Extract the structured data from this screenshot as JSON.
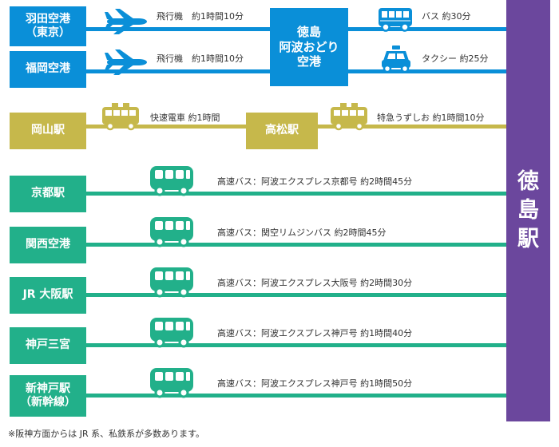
{
  "colors": {
    "blue": "#0a8fd8",
    "olive": "#c6b84b",
    "green": "#22b08a",
    "purple": "#6b479d"
  },
  "destination": {
    "chars": [
      "徳",
      "島",
      "駅"
    ]
  },
  "origins": {
    "haneda_line1": "羽田空港",
    "haneda_line2": "（東京）",
    "fukuoka": "福岡空港",
    "okayama": "岡山駅",
    "kyoto": "京都駅",
    "kansai": "関西空港",
    "osaka": "JR 大阪駅",
    "sannomiya": "神戸三宮",
    "shinkobe_line1": "新神戸駅",
    "shinkobe_line2": "（新幹線）"
  },
  "hubs": {
    "tokushima_airport": [
      "徳島",
      "阿波おどり",
      "空港"
    ],
    "takamatsu": "高松駅"
  },
  "routes": {
    "haneda": "飛行機　約1時間10分",
    "fukuoka": "飛行機　約1時間10分",
    "airport_bus": "バス 約30分",
    "airport_taxi": "タクシー 約25分",
    "okayama_rapid": "快速電車 約1時間",
    "takamatsu_express": "特急うずしお 約1時間10分",
    "kyoto_bus": "高速バス：阿波エクスプレス京都号 約2時間45分",
    "kansai_bus": "高速バス：関空リムジンバス 約2時間45分",
    "osaka_bus": "高速バス：阿波エクスプレス大阪号 約2時間30分",
    "sannomiya_bus": "高速バス：阿波エクスプレス神戸号 約1時間40分",
    "shinkobe_bus": "高速バス：阿波エクスプレス神戸号 約1時間50分"
  },
  "footnote": "※阪神方面からは JR 系、私鉄系が多数あります。",
  "icons": [
    "airplane-icon",
    "bus-icon",
    "taxi-icon",
    "train-icon",
    "highway-bus-icon"
  ]
}
